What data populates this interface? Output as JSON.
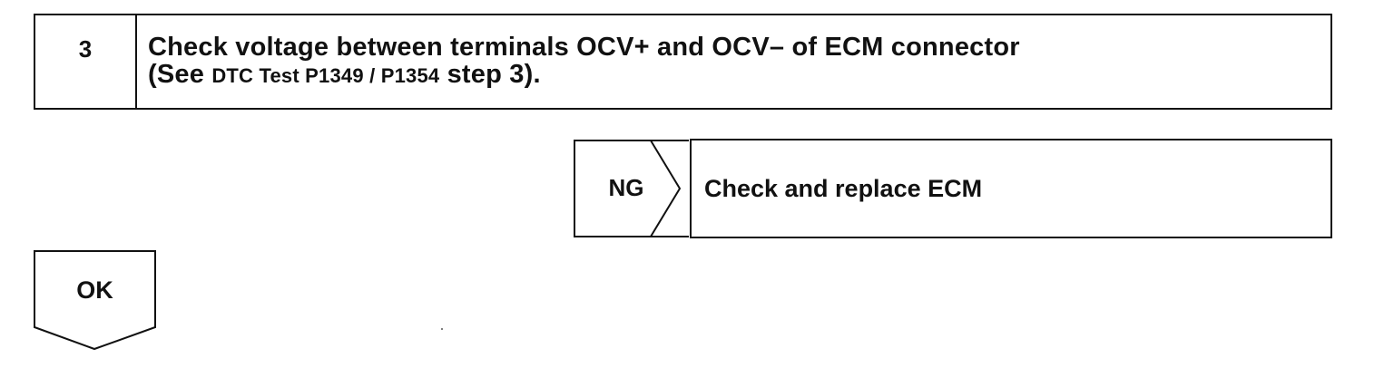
{
  "step": {
    "number": "3",
    "title": "Check voltage between terminals OCV+ and OCV– of ECM connector",
    "reference_prefix": "(See ",
    "reference_link": "DTC Test P1349 / P1354",
    "reference_suffix": " step 3)."
  },
  "ng_branch": {
    "label": "NG",
    "action": "Check and replace ECM"
  },
  "ok_branch": {
    "label": "OK"
  },
  "colors": {
    "line": "#111111",
    "background": "#ffffff"
  }
}
